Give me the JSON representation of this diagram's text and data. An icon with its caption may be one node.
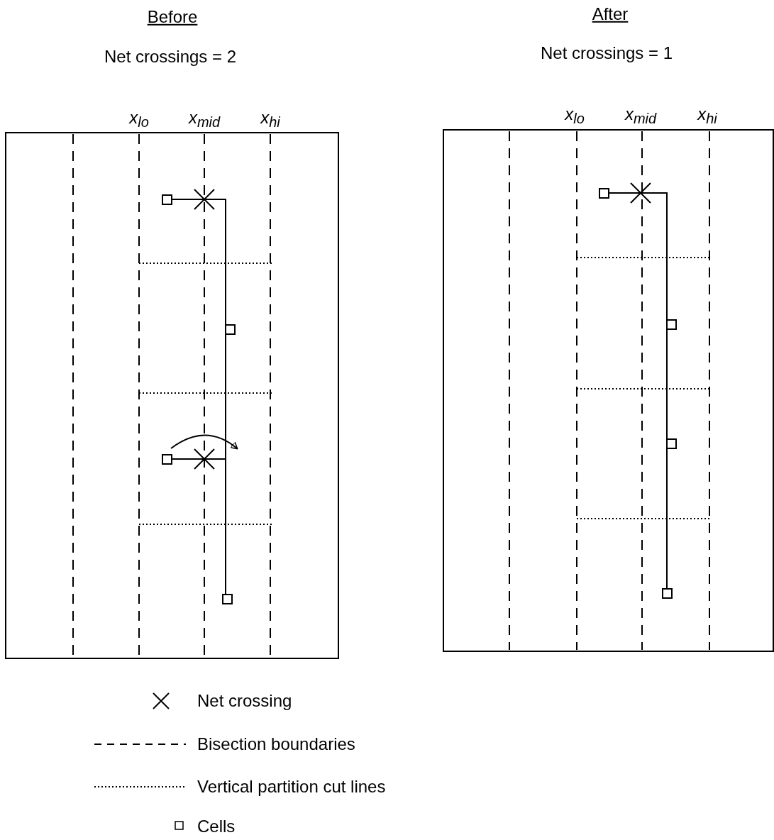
{
  "diagram": {
    "nodes": [
      {
        "text": [],
        "shape": "box"
      },
      {
        "text": [],
        "shape": "box"
      },
      {
        "text": [],
        "shape": "box"
      },
      {
        "text": [],
        "shape": "box"
      },
      {
        "text": [],
        "shape": "box"
      },
      {
        "text": [],
        "shape": "box"
      },
      {
        "text": [],
        "shape": "box"
      },
      {
        "text": [],
        "shape": "box"
      }
    ],
    "edges": [
      {
        "from": 0,
        "to": 1,
        "arrow": "none"
      },
      {
        "from": 1,
        "to": 2,
        "arrow": "none"
      },
      {
        "from": 2,
        "to": 3,
        "arrow": "none"
      },
      {
        "from": 4,
        "to": 5,
        "arrow": "none"
      },
      {
        "from": 5,
        "to": 6,
        "arrow": "none"
      },
      {
        "from": 6,
        "to": 7,
        "arrow": "none"
      }
    ],
    "labels": [
      "Before",
      "After",
      "Net crossings = 2",
      "Net crossings = 1",
      "x$_{lo}$",
      "x$_{mid}$",
      "x$_{hi}$",
      "x$_{lo}$",
      "x$_{mid}$",
      "x$_{hi}$"
    ],
    "legend": [
      {
        "text": "Net crossing"
      },
      {
        "text": "Bisection boundaries"
      },
      {
        "text": "Vertical partition cut lines"
      },
      {
        "text": "Cells"
      }
    ]
  }
}
